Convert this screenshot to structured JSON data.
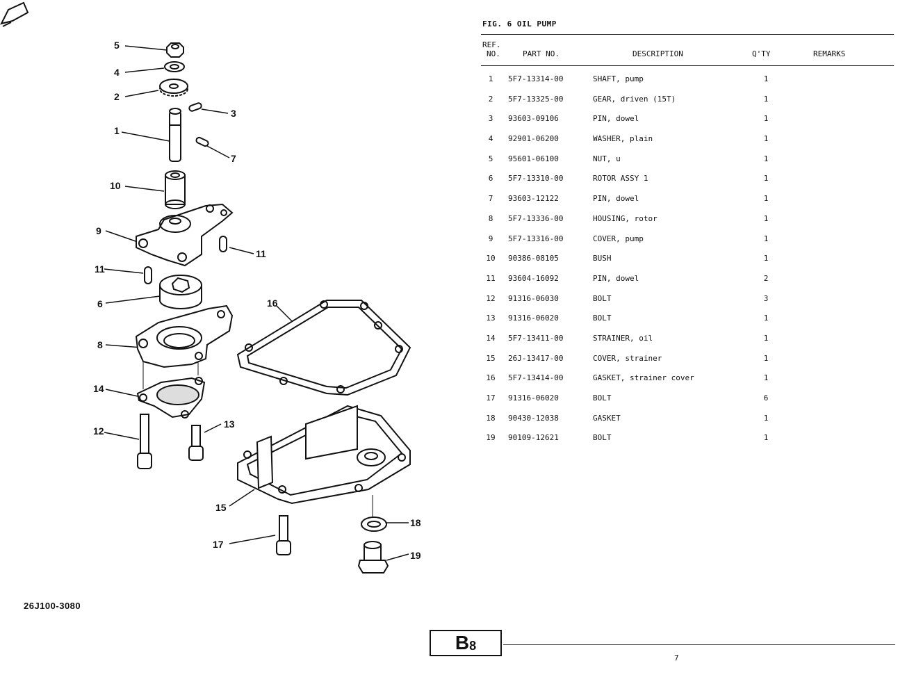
{
  "figure": {
    "number": "6",
    "title": "FIG.  6  OIL PUMP"
  },
  "headers": {
    "ref": "REF.",
    "no": "NO.",
    "part_no": "PART NO.",
    "description": "DESCRIPTION",
    "qty": "Q'TY",
    "remarks": "REMARKS"
  },
  "parts": [
    {
      "ref": "1",
      "part_no": "5F7-13314-00",
      "description": "SHAFT, pump",
      "qty": "1",
      "remarks": ""
    },
    {
      "ref": "2",
      "part_no": "5F7-13325-00",
      "description": "GEAR, driven (15T)",
      "qty": "1",
      "remarks": ""
    },
    {
      "ref": "3",
      "part_no": "93603-09106",
      "description": "PIN, dowel",
      "qty": "1",
      "remarks": ""
    },
    {
      "ref": "4",
      "part_no": "92901-06200",
      "description": "WASHER, plain",
      "qty": "1",
      "remarks": ""
    },
    {
      "ref": "5",
      "part_no": "95601-06100",
      "description": "NUT, u",
      "qty": "1",
      "remarks": ""
    },
    {
      "ref": "6",
      "part_no": "5F7-13310-00",
      "description": "ROTOR ASSY 1",
      "qty": "1",
      "remarks": ""
    },
    {
      "ref": "7",
      "part_no": "93603-12122",
      "description": "PIN, dowel",
      "qty": "1",
      "remarks": ""
    },
    {
      "ref": "8",
      "part_no": "5F7-13336-00",
      "description": "HOUSING, rotor",
      "qty": "1",
      "remarks": ""
    },
    {
      "ref": "9",
      "part_no": "5F7-13316-00",
      "description": "COVER, pump",
      "qty": "1",
      "remarks": ""
    },
    {
      "ref": "10",
      "part_no": "90386-08105",
      "description": "BUSH",
      "qty": "1",
      "remarks": ""
    },
    {
      "ref": "11",
      "part_no": "93604-16092",
      "description": "PIN, dowel",
      "qty": "2",
      "remarks": ""
    },
    {
      "ref": "12",
      "part_no": "91316-06030",
      "description": "BOLT",
      "qty": "3",
      "remarks": ""
    },
    {
      "ref": "13",
      "part_no": "91316-06020",
      "description": "BOLT",
      "qty": "1",
      "remarks": ""
    },
    {
      "ref": "14",
      "part_no": "5F7-13411-00",
      "description": "STRAINER, oil",
      "qty": "1",
      "remarks": ""
    },
    {
      "ref": "15",
      "part_no": "26J-13417-00",
      "description": "COVER, strainer",
      "qty": "1",
      "remarks": ""
    },
    {
      "ref": "16",
      "part_no": "5F7-13414-00",
      "description": "GASKET, strainer cover",
      "qty": "1",
      "remarks": ""
    },
    {
      "ref": "17",
      "part_no": "91316-06020",
      "description": "BOLT",
      "qty": "6",
      "remarks": ""
    },
    {
      "ref": "18",
      "part_no": "90430-12038",
      "description": "GASKET",
      "qty": "1",
      "remarks": ""
    },
    {
      "ref": "19",
      "part_no": "90109-12621",
      "description": "BOLT",
      "qty": "1",
      "remarks": ""
    }
  ],
  "diagram": {
    "code": "26J100-3080",
    "callouts": [
      "5",
      "4",
      "2",
      "3",
      "1",
      "7",
      "10",
      "9",
      "11",
      "11",
      "6",
      "16",
      "8",
      "14",
      "12",
      "13",
      "15",
      "18",
      "17",
      "19"
    ],
    "fwd_mark": "FWD"
  },
  "footer": {
    "section_letter": "B",
    "section_number": "8",
    "page": "7"
  }
}
